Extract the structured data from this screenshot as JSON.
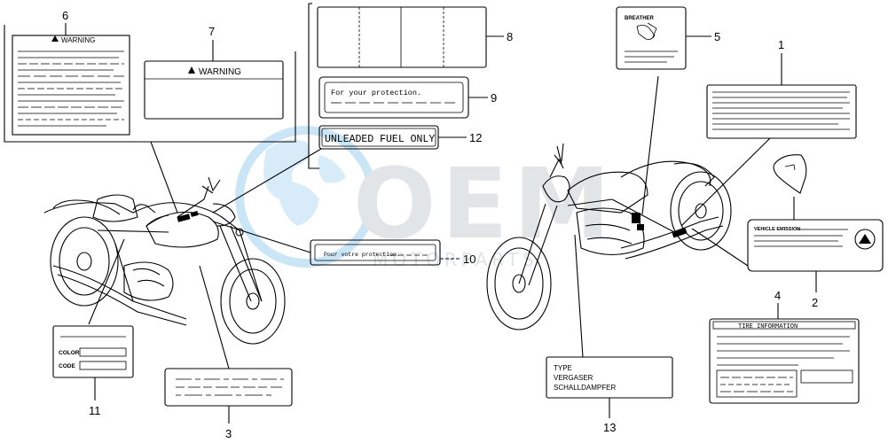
{
  "callouts": {
    "c1": "1",
    "c2": "2",
    "c3": "3",
    "c4": "4",
    "c5": "5",
    "c6": "6",
    "c7": "7",
    "c8": "8",
    "c9": "9",
    "c10": "10",
    "c11": "11",
    "c12": "12",
    "c13": "13"
  },
  "labels": {
    "warning6": "WARNING",
    "warning7": "WARNING",
    "protection9": "For your protection.",
    "unleaded12": "UNLEADED FUEL ONLY",
    "protection10": "Pour votre protection.",
    "breather5": "BREATHER",
    "emission2": "VEHICLE EMISSION",
    "tire4": "TIRE INFORMATION",
    "color11": "COLOR",
    "code11": "CODE",
    "type13": "TYPE",
    "vergaser13": "VERGASER",
    "schalldampfer13": "SCHALLDAMPFER"
  },
  "watermark": {
    "logo_text": "OEM",
    "sub_text": "MOTORPARTS"
  }
}
